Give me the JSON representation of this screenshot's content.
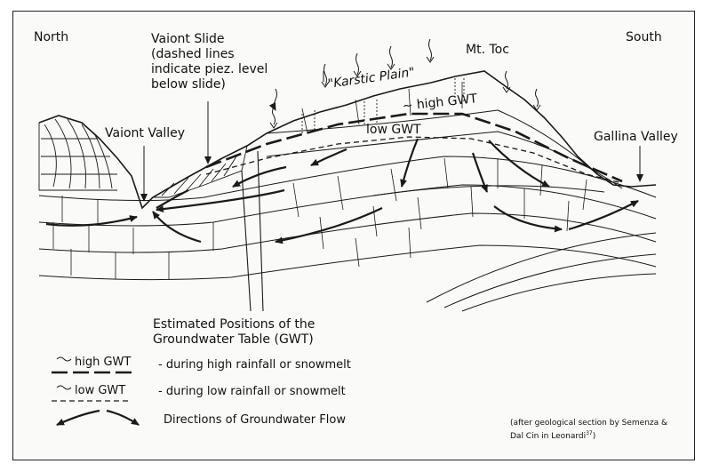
{
  "labels": {
    "north": "North",
    "south": "South",
    "vaiont_slide": [
      "Vaiont Slide",
      "(dashed lines",
      "indicate piez. level",
      "below slide)"
    ],
    "mt_toc": "Mt. Toc",
    "karstic_plain": "\"Karstic Plain\"",
    "high_gwt": "high GWT",
    "low_gwt": "low GWT",
    "vaiont_valley": "Vaiont Valley",
    "gallina_valley": "Gallina Valley"
  },
  "legend": {
    "title": [
      "Estimated Positions of the",
      "Groundwater Table (GWT)"
    ],
    "high_key": "high GWT",
    "high_desc": "- during high rainfall or snowmelt",
    "low_key": "low GWT",
    "low_desc": "- during low rainfall or snowmelt",
    "flow_desc": "Directions of Groundwater Flow"
  },
  "credit": [
    "(after geological section by Semenza &",
    "Dal Cin in Leonardi"
  ],
  "credit_sup": "37",
  "credit_end": ")",
  "colors": {
    "ink": "#1a1a1a",
    "background": "#fafaf8"
  }
}
